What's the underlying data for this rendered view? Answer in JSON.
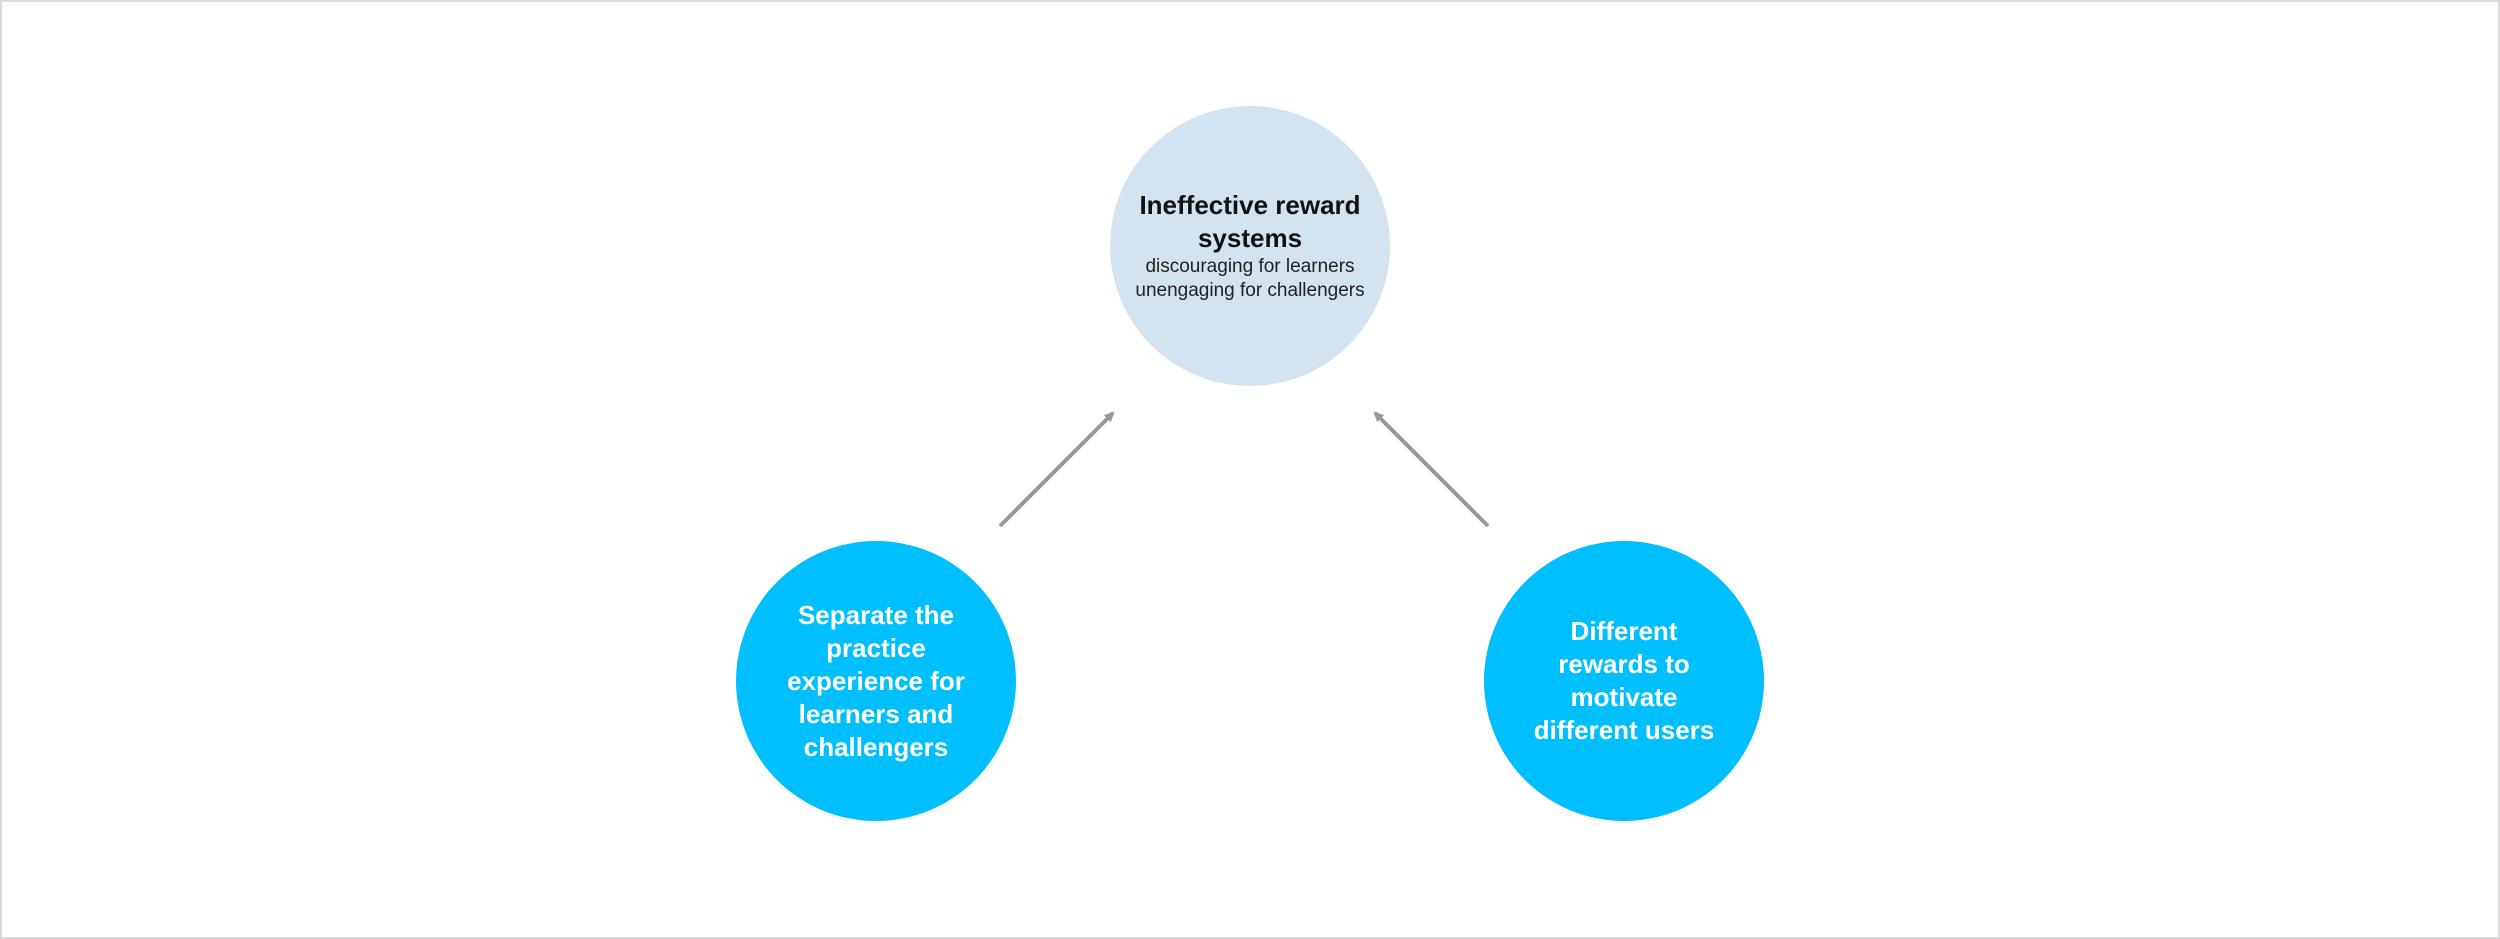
{
  "diagram": {
    "top_node": {
      "title": "Ineffective reward systems",
      "lines": [
        "discouraging for learners",
        "unengaging for challengers"
      ]
    },
    "left_node": {
      "label": "Separate the practice experience for learners and challengers"
    },
    "right_node": {
      "label": "Different rewards to motivate different users"
    },
    "colors": {
      "top_fill": "#d3e3ef",
      "solution_fill": "#00bfff",
      "arrow": "#999999",
      "border": "#d9d9d9"
    }
  }
}
